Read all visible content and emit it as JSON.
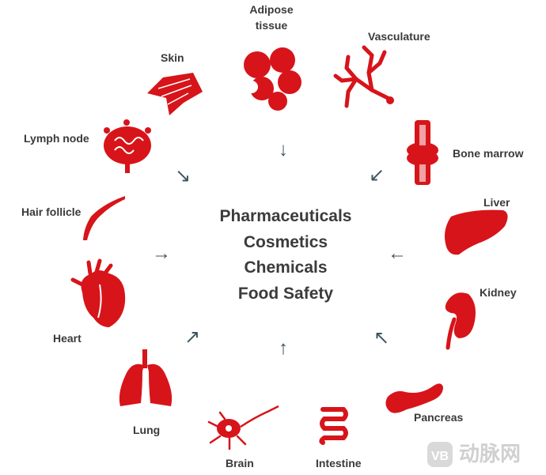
{
  "center": {
    "lines": [
      "Pharmaceuticals",
      "Cosmetics",
      "Chemicals",
      "Food Safety"
    ]
  },
  "organs": {
    "adipose": [
      "Adipose",
      "tissue"
    ],
    "vasculature": "Vasculature",
    "skin": "Skin",
    "lymph_node": "Lymph node",
    "bone_marrow": "Bone marrow",
    "hair_follicle": "Hair follicle",
    "liver": "Liver",
    "heart": "Heart",
    "kidney": "Kidney",
    "lung": "Lung",
    "pancreas": "Pancreas",
    "brain": "Brain",
    "intestine": "Intestine"
  },
  "arrows": {
    "top": "↓",
    "top_right": "↙",
    "top_left": "↘",
    "left": "→",
    "right": "←",
    "bottom_left": "↗",
    "bottom": "↑",
    "bottom_right": "↖"
  },
  "watermark": {
    "text": "动脉网"
  },
  "colors": {
    "icon_red": "#d7141a",
    "arrow": "#3d5560",
    "text": "#3b3b3b"
  }
}
